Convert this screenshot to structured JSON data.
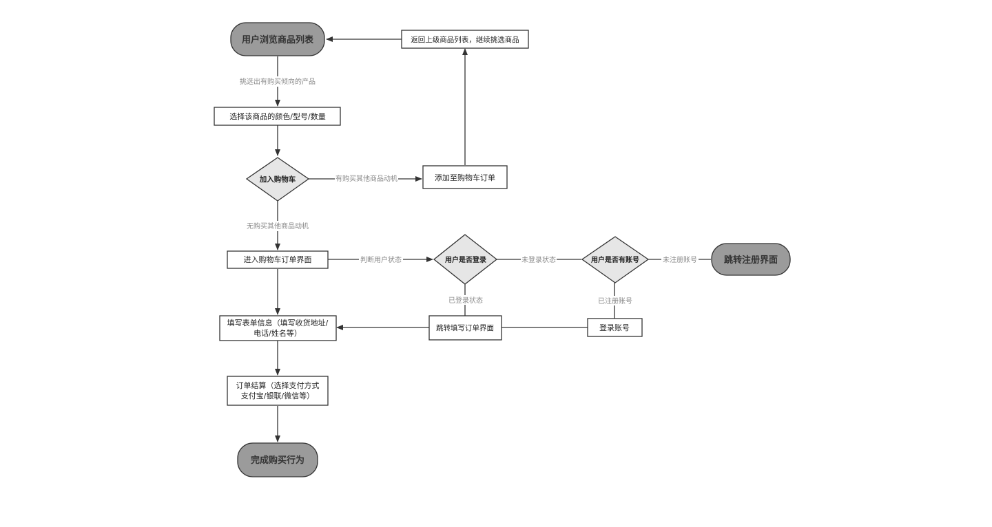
{
  "nodes": {
    "browse": "用户浏览商品列表",
    "return_list": "返回上级商品列表，继续挑选商品",
    "select_spec": "选择该商品的颜色/型号/数量",
    "add_cart": "加入购物车",
    "add_cart_order": "添加至购物车订单",
    "enter_cart": "进入购物车订单界面",
    "is_logged_in": "用户是否登录",
    "has_account": "用户是否有账号",
    "goto_register": "跳转注册界面",
    "fill_form_line1": "填写表单信息（填写收货地址/",
    "fill_form_line2": "电话/姓名等）",
    "goto_fill_order": "跳转填写订单界面",
    "login": "登录账号",
    "checkout_line1": "订单结算（选择支付方式",
    "checkout_line2": "支付宝/银联/微信等）",
    "complete": "完成购买行为"
  },
  "edge_labels": {
    "pick_product": "挑选出有购买倾向的产品",
    "has_other_motive": "有购买其他商品动机",
    "no_other_motive": "无购买其他商品动机",
    "check_status": "判断用户状态",
    "not_logged_in": "未登录状态",
    "not_registered": "未注册账号",
    "logged_in": "已登录状态",
    "registered": "已注册账号"
  }
}
